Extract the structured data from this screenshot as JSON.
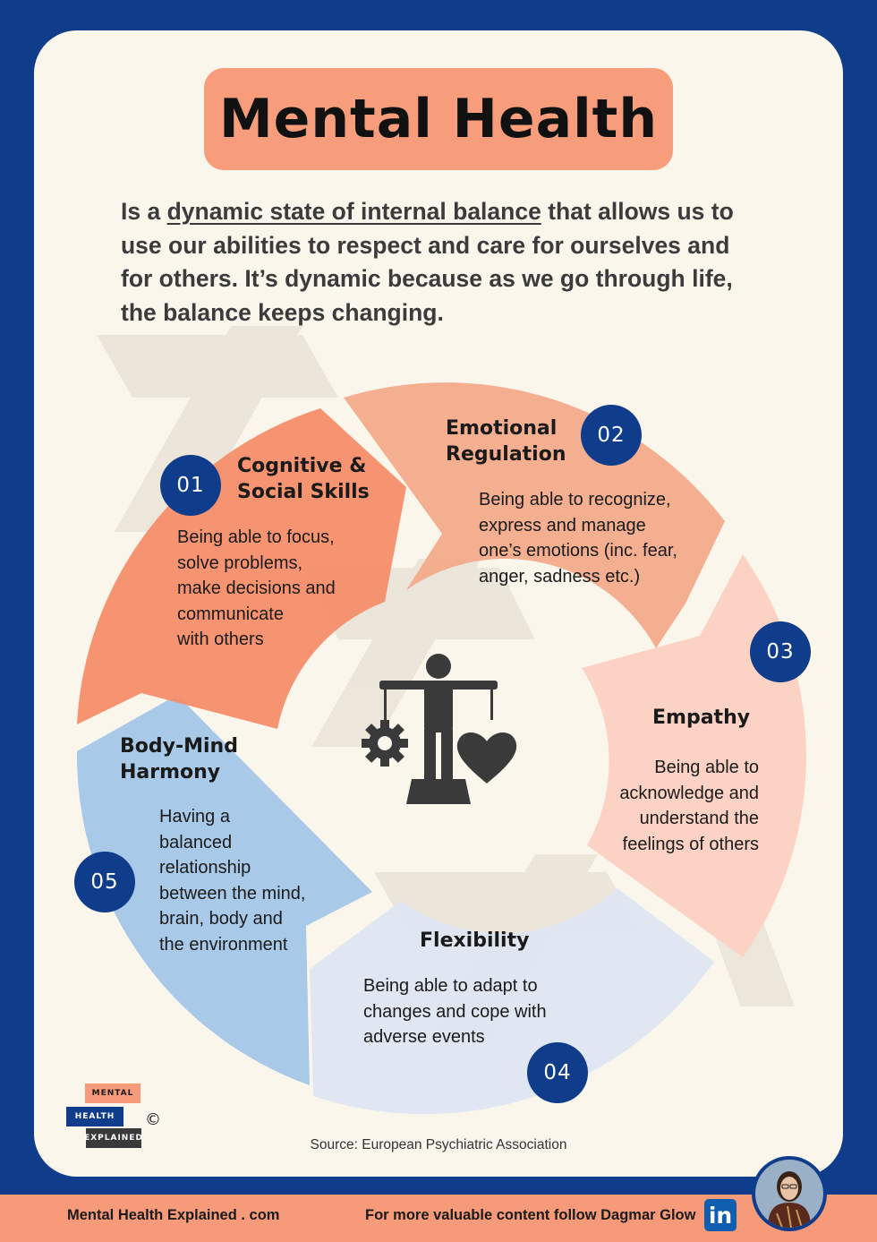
{
  "title": "Mental Health",
  "intro": {
    "prefix": "Is a ",
    "highlight": "dynamic state of internal balance",
    "suffix": " that allows us to use our abilities to respect and care for ourselves and for others. It’s dynamic because as we go through life, the balance keeps changing."
  },
  "colors": {
    "background": "#0f3d8c",
    "card": "#fbf6ec",
    "accent": "#f89d7c",
    "segment_01": "#f58e6c",
    "segment_02": "#f3ab8c",
    "segment_03": "#fbd2c4",
    "segment_04": "#dfe6f2",
    "segment_05": "#a8c9e8"
  },
  "center_icon": "balance-scale-person-icon",
  "segments": [
    {
      "number": "01",
      "heading_line1": "Cognitive  &",
      "heading_line2": "Social Skills",
      "lines": [
        "Being able to focus,",
        "solve problems,",
        "make decisions and",
        "communicate",
        "with others"
      ]
    },
    {
      "number": "02",
      "heading_line1": "Emotional",
      "heading_line2": "Regulation",
      "lines": [
        "Being able to recognize,",
        "express and manage",
        "one’s emotions (inc. fear,",
        "anger, sadness etc.)"
      ]
    },
    {
      "number": "03",
      "heading_line1": "Empathy",
      "lines": [
        "Being able to",
        "acknowledge and",
        "understand the",
        "feelings of others"
      ]
    },
    {
      "number": "04",
      "heading_line1": "Flexibility",
      "lines": [
        "Being able to adapt to",
        "changes and cope with",
        "adverse events"
      ]
    },
    {
      "number": "05",
      "heading_line1": "Body-Mind",
      "heading_line2": "Harmony",
      "lines": [
        "Having a",
        "balanced",
        "relationship",
        "between the mind,",
        "brain, body and",
        "the environment"
      ]
    }
  ],
  "source": "Source: European Psychiatric Association",
  "logo": {
    "line1": "MENTAL",
    "line2": "HEALTH",
    "line3": "EXPLAINED",
    "copyright": "©"
  },
  "footer": {
    "left": "Mental Health Explained . com",
    "right": "For more valuable content follow Dagmar Glow",
    "social_icon": "linkedin-icon",
    "social_label": "in",
    "avatar_icon": "author-avatar"
  }
}
